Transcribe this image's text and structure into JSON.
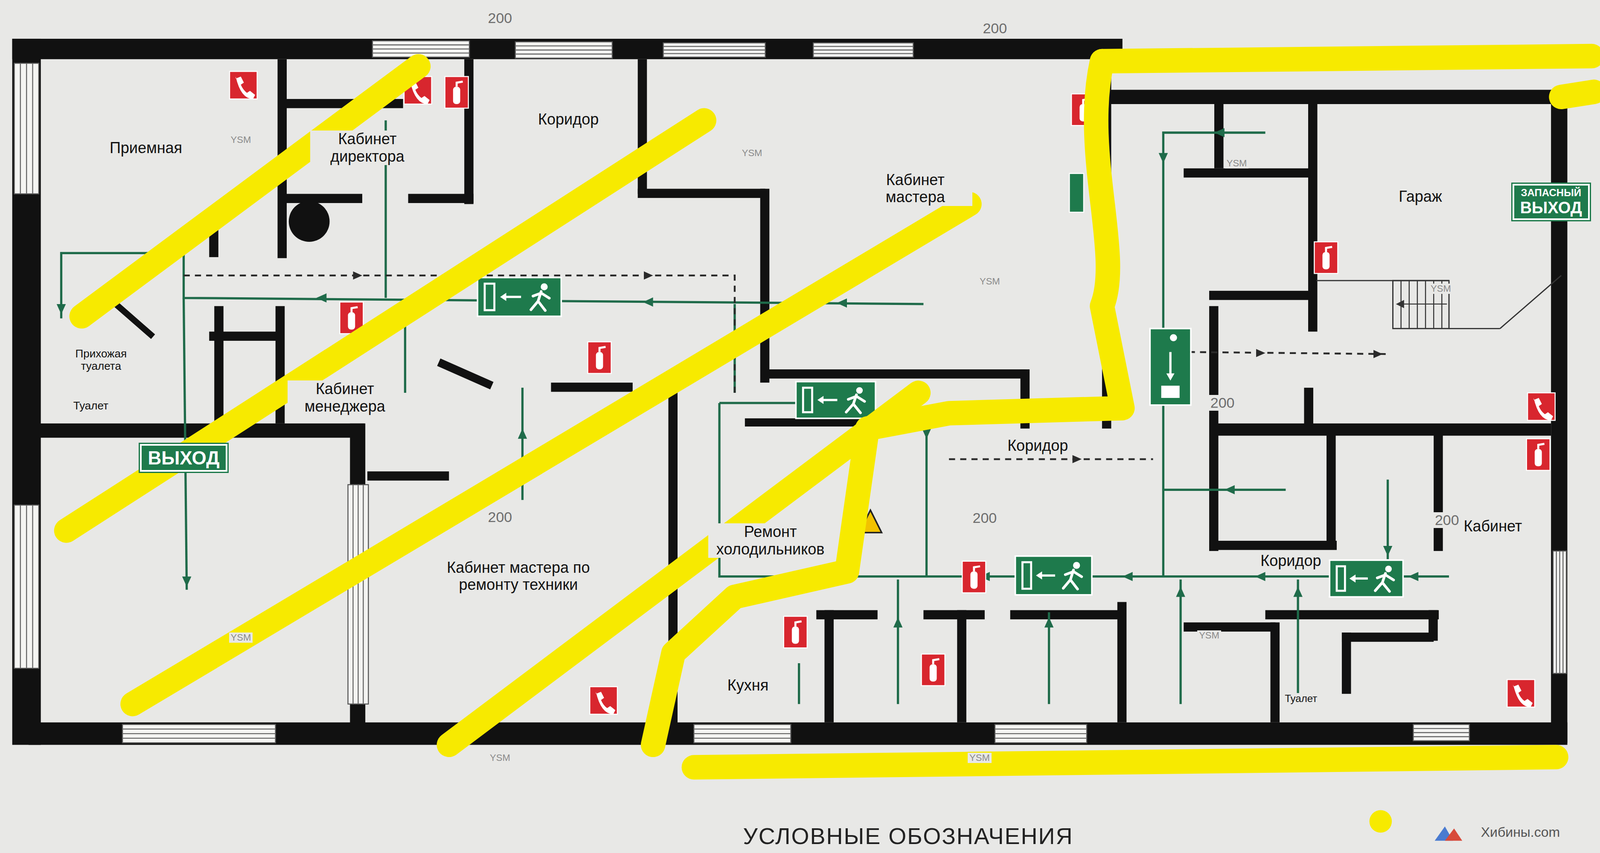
{
  "diagram": {
    "nodes": [
      {
        "text": [
          "Приемная"
        ]
      },
      {
        "text": [
          "Кабинет директора"
        ]
      },
      {
        "text": [
          "Коридор"
        ]
      },
      {
        "text": [
          "Кабинет мастера"
        ]
      },
      {
        "text": [
          "Прихожая туалета"
        ]
      },
      {
        "text": [
          "Туалет"
        ]
      },
      {
        "text": [
          "ВЫХОД"
        ]
      },
      {
        "text": [
          "Кабинет менеджера"
        ]
      },
      {
        "text": [
          "Кабинет мастера по ремонту техники"
        ]
      },
      {
        "text": [
          "Коридор"
        ]
      },
      {
        "text": [
          "Ремонт холодильников"
        ]
      },
      {
        "text": [
          "Кухня"
        ]
      },
      {
        "text": [
          "Гараж"
        ]
      },
      {
        "text": [
          "ЗАПАСНЫЙ",
          "ВЫХОД"
        ]
      },
      {
        "text": [
          "Кабинет"
        ]
      },
      {
        "text": [
          "Коридор"
        ]
      },
      {
        "text": [
          "Туалет"
        ]
      }
    ],
    "labels": [
      "200",
      "200",
      "200",
      "200",
      "200",
      "200",
      "YSM",
      "YSM",
      "YSM",
      "YSM",
      "YSM",
      "YSM",
      "YSM",
      "YSM",
      "YSM",
      "УСЛОВНЫЕ ОБОЗНАЧЕНИЯ",
      "Хибины.com"
    ]
  }
}
